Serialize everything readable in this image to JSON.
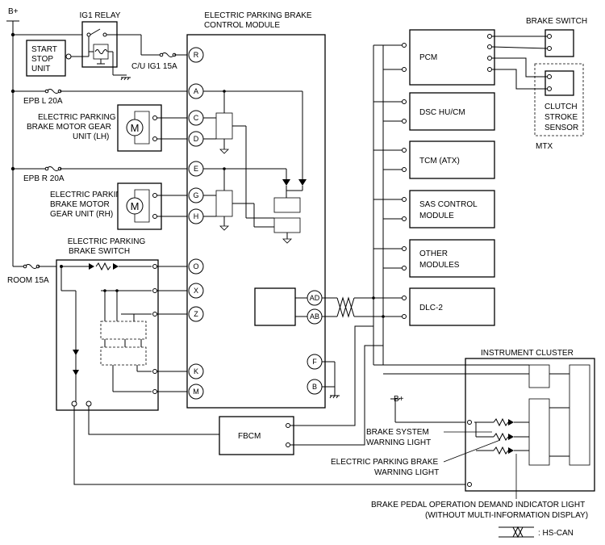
{
  "power": {
    "b_plus": "B+",
    "b_plus_cluster": "B+"
  },
  "relay": {
    "ig1": "IG1 RELAY"
  },
  "start_stop": {
    "line1": "START",
    "line2": "STOP",
    "line3": "UNIT"
  },
  "fuses": {
    "cu_ig1": "C/U IG1 15A",
    "epb_l": "EPB L 20A",
    "epb_r": "EPB R 20A",
    "room": "ROOM 15A"
  },
  "epb_module": {
    "line1": "ELECTRIC PARKING BRAKE",
    "line2": "CONTROL MODULE"
  },
  "motor_lh": {
    "line1": "ELECTRIC PARKING",
    "line2": "BRAKE MOTOR GEAR",
    "line3": "UNIT (LH)",
    "symbol": "M"
  },
  "motor_rh": {
    "line1": "ELECTRIC PARKING",
    "line2": "BRAKE MOTOR",
    "line3": "GEAR UNIT (RH)",
    "symbol": "M"
  },
  "epb_switch": {
    "line1": "ELECTRIC PARKING",
    "line2": "BRAKE SWITCH"
  },
  "terminals": {
    "r": "R",
    "a": "A",
    "c": "C",
    "d": "D",
    "e": "E",
    "g": "G",
    "h": "H",
    "o": "O",
    "x": "X",
    "z": "Z",
    "k": "K",
    "m": "M",
    "ad": "AD",
    "ab": "AB",
    "f": "F",
    "b": "B"
  },
  "modules": {
    "pcm": "PCM",
    "dsc": "DSC HU/CM",
    "tcm": "TCM (ATX)",
    "sas_line1": "SAS CONTROL",
    "sas_line2": "MODULE",
    "other_line1": "OTHER",
    "other_line2": "MODULES",
    "dlc": "DLC-2",
    "fbcm": "FBCM"
  },
  "brake_switch": "BRAKE SWITCH",
  "clutch_sensor": {
    "line1": "CLUTCH",
    "line2": "STROKE",
    "line3": "SENSOR"
  },
  "mtx": "MTX",
  "instrument_cluster": "INSTRUMENT CLUSTER",
  "warning": {
    "brake_system_1": "BRAKE SYSTEM",
    "brake_system_2": "WARNING LIGHT",
    "epb_1": "ELECTRIC PARKING BRAKE",
    "epb_2": "WARNING LIGHT",
    "pedal_1": "BRAKE PEDAL OPERATION DEMAND INDICATOR LIGHT",
    "pedal_2": "(WITHOUT MULTI-INFORMATION DISPLAY)"
  },
  "legend": {
    "hs_can": ": HS-CAN"
  }
}
